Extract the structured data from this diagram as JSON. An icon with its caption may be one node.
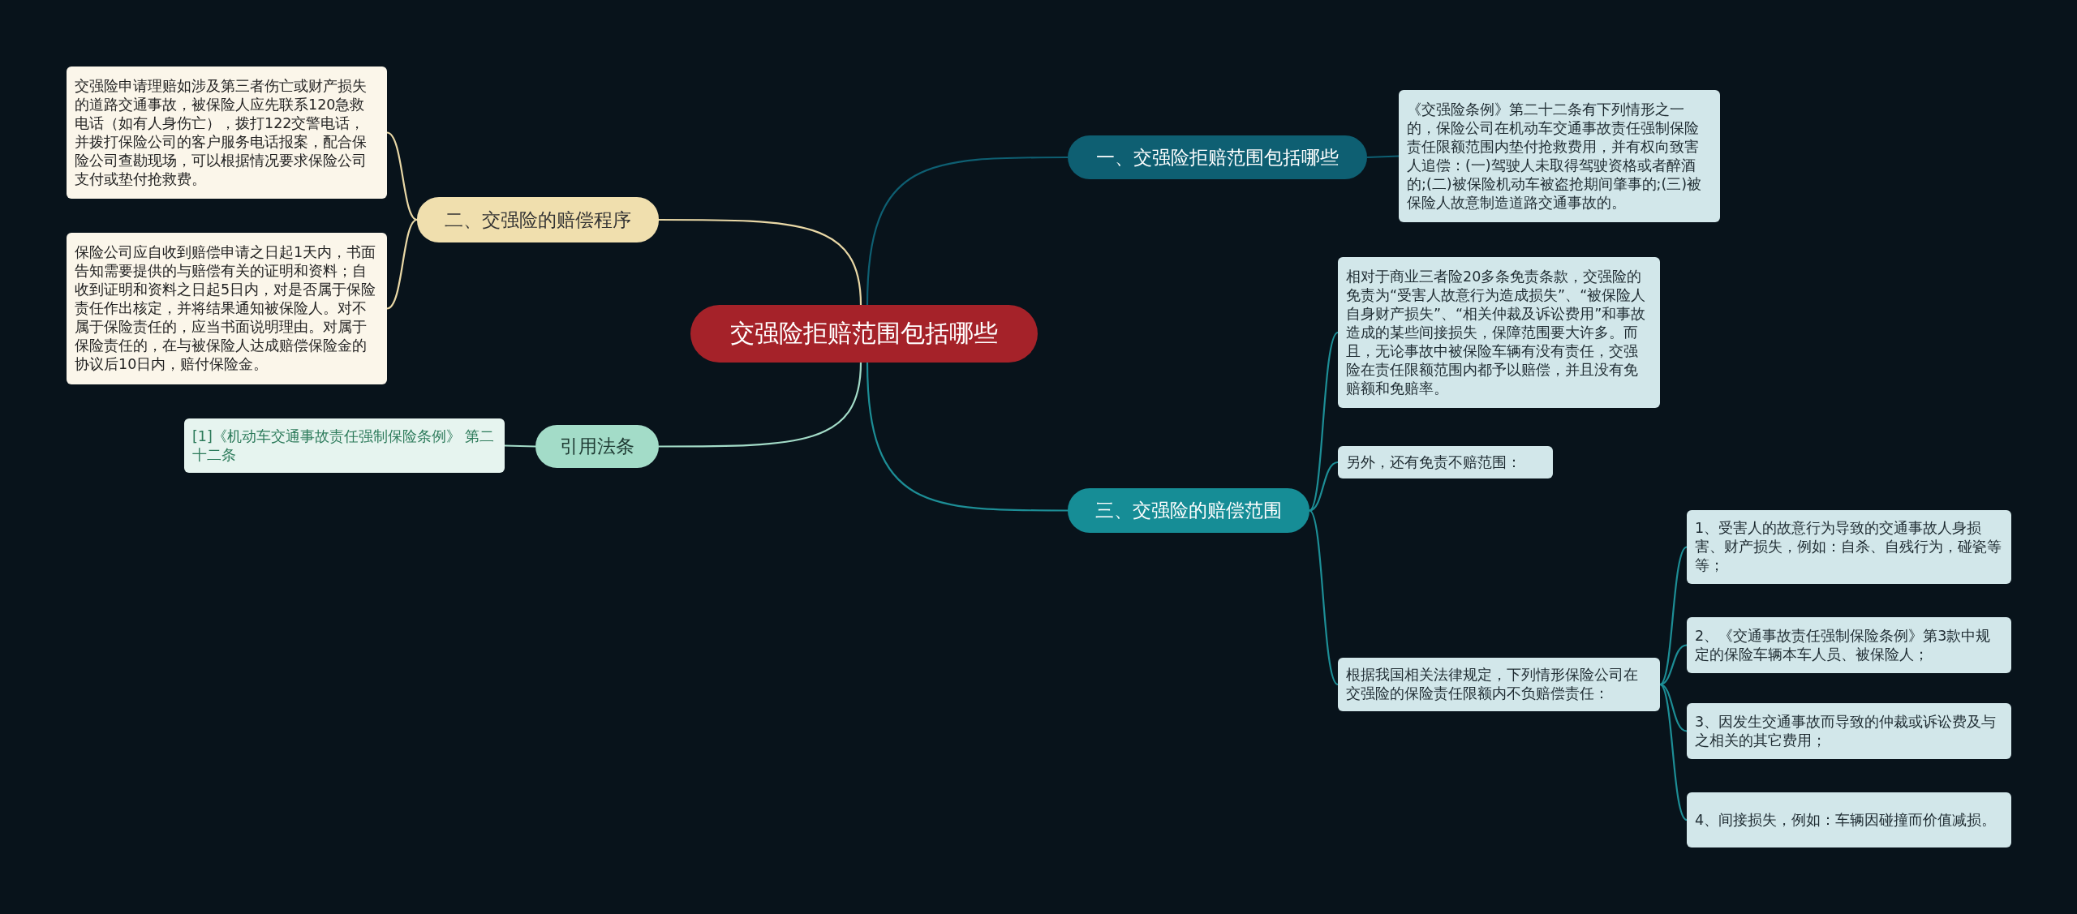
{
  "diagram": {
    "nodes": [
      {
        "text": [
          "交强险拒赔范围包括哪些"
        ]
      },
      {
        "text": [
          "一、交强险拒赔范围包括哪些"
        ]
      },
      {
        "text": [
          "《交强险条例》第二十二条有下列情形之一的，保险公司在机动车交通事故责任强制保险责任限额范围内垫付抢救费用，并有权向致害人追偿：(一)驾驶人未取得驾驶资格或者醉酒的;(二)被保险机动车被盗抢期间肇事的;(三)被保险人故意制造道路交通事故的。"
        ]
      },
      {
        "text": [
          "二、交强险的赔偿程序"
        ]
      },
      {
        "text": [
          "交强险申请理赔如涉及第三者伤亡或财产损失的道路交通事故，被保险人应先联系120急救电话（如有人身伤亡），拨打122交警电话，并拨打保险公司的客户服务电话报案，配合保险公司查勘现场，可以根据情况要求保险公司支付或垫付抢救费。"
        ]
      },
      {
        "text": [
          "保险公司应自收到赔偿申请之日起1天内，书面告知需要提供的与赔偿有关的证明和资料；自收到证明和资料之日起5日内，对是否属于保险责任作出核定，并将结果通知被保险人。对不属于保险责任的，应当书面说明理由。对属于保险责任的，在与被保险人达成赔偿保险金的协议后10日内，赔付保险金。"
        ]
      },
      {
        "text": [
          "引用法条"
        ]
      },
      {
        "text": [
          "[1]《机动车交通事故责任强制保险条例》 第二十二条"
        ]
      },
      {
        "text": [
          "三、交强险的赔偿范围"
        ]
      },
      {
        "text": [
          "相对于商业三者险20多条免责条款，交强险的免责为“受害人故意行为造成损失”、“被保险人自身财产损失”、“相关仲裁及诉讼费用”和事故造成的某些间接损失，保障范围要大许多。而且，无论事故中被保险车辆有没有责任，交强险在责任限额范围内都予以赔偿，并且没有免赔额和免赔率。"
        ]
      },
      {
        "text": [
          "另外，还有免责不赔范围："
        ]
      },
      {
        "text": [
          "根据我国相关法律规定，下列情形保险公司在交强险的保险责任限额内不负赔偿责任："
        ]
      },
      {
        "text": [
          "1、受害人的故意行为导致的交通事故人身损害、财产损失，例如：自杀、自残行为，碰瓷等等；"
        ]
      },
      {
        "text": [
          "2、《交通事故责任强制保险条例》第3款中规定的保险车辆本车人员、被保险人；"
        ]
      },
      {
        "text": [
          "3、因发生交通事故而导致的仲裁或诉讼费及与之相关的其它费用；"
        ]
      },
      {
        "text": [
          "4、间接损失，例如：车辆因碰撞而价值减损。"
        ]
      }
    ],
    "edges": [
      {
        "from": 0,
        "to": 1,
        "arrow": "none",
        "color": "#0e5f72"
      },
      {
        "from": 1,
        "to": 2,
        "arrow": "none",
        "color": "#0e5f72"
      },
      {
        "from": 0,
        "to": 3,
        "arrow": "none",
        "color": "#e9d8a6"
      },
      {
        "from": 3,
        "to": 4,
        "arrow": "none",
        "color": "#e9d8a6"
      },
      {
        "from": 3,
        "to": 5,
        "arrow": "none",
        "color": "#e9d8a6"
      },
      {
        "from": 0,
        "to": 6,
        "arrow": "none",
        "color": "#a3dcc8"
      },
      {
        "from": 6,
        "to": 7,
        "arrow": "none",
        "color": "#a3dcc8"
      },
      {
        "from": 0,
        "to": 8,
        "arrow": "none"
      },
      {
        "from": 8,
        "to": 9,
        "arrow": "none"
      },
      {
        "from": 8,
        "to": 10,
        "arrow": "none"
      },
      {
        "from": 8,
        "to": 11,
        "arrow": "none"
      },
      {
        "from": 11,
        "to": 12,
        "arrow": "none"
      },
      {
        "from": 11,
        "to": 13,
        "arrow": "none"
      },
      {
        "from": 11,
        "to": 14,
        "arrow": "none"
      },
      {
        "from": 11,
        "to": 15,
        "arrow": "none"
      }
    ]
  }
}
